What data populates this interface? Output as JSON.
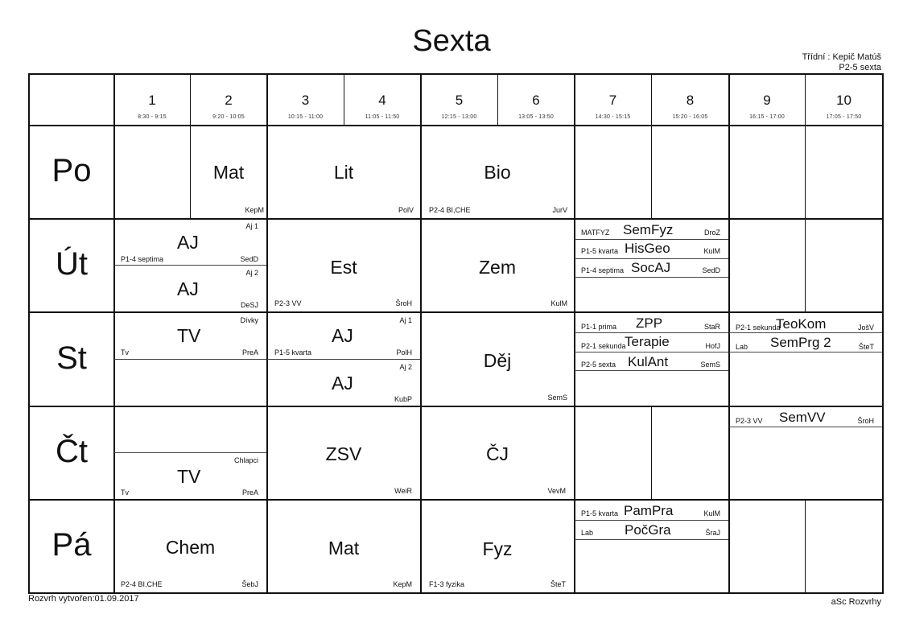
{
  "header": {
    "title": "Sexta",
    "class_teacher": "Třídní : Kepič Matúš",
    "room": "P2-5 sexta"
  },
  "periods": [
    {
      "num": "1",
      "time": "8:30 - 9:15"
    },
    {
      "num": "2",
      "time": "9:20 - 10:05"
    },
    {
      "num": "3",
      "time": "10:15 - 11:00"
    },
    {
      "num": "4",
      "time": "11:05 - 11:50"
    },
    {
      "num": "5",
      "time": "12:15 - 13:00"
    },
    {
      "num": "6",
      "time": "13:05 - 13:50"
    },
    {
      "num": "7",
      "time": "14:30 - 15:15"
    },
    {
      "num": "8",
      "time": "15:20 - 16:05"
    },
    {
      "num": "9",
      "time": "16:15 - 17:00"
    },
    {
      "num": "10",
      "time": "17:05 - 17:50"
    }
  ],
  "days": [
    "Po",
    "Út",
    "St",
    "Čt",
    "Pá"
  ],
  "lessons": {
    "po_mat": {
      "subject": "Mat",
      "teacher": "KepM"
    },
    "po_lit": {
      "subject": "Lit",
      "teacher": "PolV"
    },
    "po_bio": {
      "subject": "Bio",
      "room": "P2-4 BI,CHE",
      "teacher": "JurV"
    },
    "ut_aj1": {
      "group": "Aj 1",
      "subject": "AJ",
      "room": "P1-4 septima",
      "teacher": "SedD"
    },
    "ut_aj2": {
      "group": "Aj 2",
      "subject": "AJ",
      "teacher": "DeSJ"
    },
    "ut_est": {
      "subject": "Est",
      "room": "P2-3 VV",
      "teacher": "ŠroH"
    },
    "ut_zem": {
      "subject": "Zem",
      "teacher": "KulM"
    },
    "ut_semfyz": {
      "room": "MATFYZ",
      "subject": "SemFyz",
      "teacher": "DroZ"
    },
    "ut_hisgeo": {
      "room": "P1-5 kvarta",
      "subject": "HisGeo",
      "teacher": "KulM"
    },
    "ut_socaj": {
      "room": "P1-4 septima",
      "subject": "SocAJ",
      "teacher": "SedD"
    },
    "st_tv": {
      "group": "Dívky",
      "subject": "TV",
      "room": "Tv",
      "teacher": "PreA"
    },
    "st_aj1": {
      "group": "Aj 1",
      "subject": "AJ",
      "room": "P1-5 kvarta",
      "teacher": "PolH"
    },
    "st_aj2": {
      "group": "Aj 2",
      "subject": "AJ",
      "teacher": "KubP"
    },
    "st_dej": {
      "subject": "Děj",
      "teacher": "SemS"
    },
    "st_zpp": {
      "room": "P1-1 prima",
      "subject": "ZPP",
      "teacher": "StaR"
    },
    "st_terapie": {
      "room": "P2-1 sekunda",
      "subject": "Terapie",
      "teacher": "HofJ"
    },
    "st_kulant": {
      "room": "P2-5 sexta",
      "subject": "KulAnt",
      "teacher": "SemS"
    },
    "st_teokom": {
      "room": "P2-1 sekunda",
      "subject": "TeoKom",
      "teacher": "JošV"
    },
    "st_semprg": {
      "room": "Lab",
      "subject": "SemPrg 2",
      "teacher": "ŠteT"
    },
    "ct_tv": {
      "group": "Chlapci",
      "subject": "TV",
      "room": "Tv",
      "teacher": "PreA"
    },
    "ct_zsv": {
      "subject": "ZSV",
      "teacher": "WeiR"
    },
    "ct_cj": {
      "subject": "ČJ",
      "teacher": "VevM"
    },
    "ct_semvv": {
      "room": "P2-3 VV",
      "subject": "SemVV",
      "teacher": "ŠroH"
    },
    "pa_chem": {
      "subject": "Chem",
      "room": "P2-4 BI,CHE",
      "teacher": "ŠebJ"
    },
    "pa_mat": {
      "subject": "Mat",
      "teacher": "KepM"
    },
    "pa_fyz": {
      "subject": "Fyz",
      "room": "F1-3 fyzika",
      "teacher": "ŠteT"
    },
    "pa_pampra": {
      "room": "P1-5 kvarta",
      "subject": "PamPra",
      "teacher": "KulM"
    },
    "pa_pocgra": {
      "room": "Lab",
      "subject": "PočGra",
      "teacher": "ŠraJ"
    }
  },
  "footer": {
    "created": "Rozvrh vytvořen:01.09.2017",
    "app": "aSc Rozvrhy"
  }
}
